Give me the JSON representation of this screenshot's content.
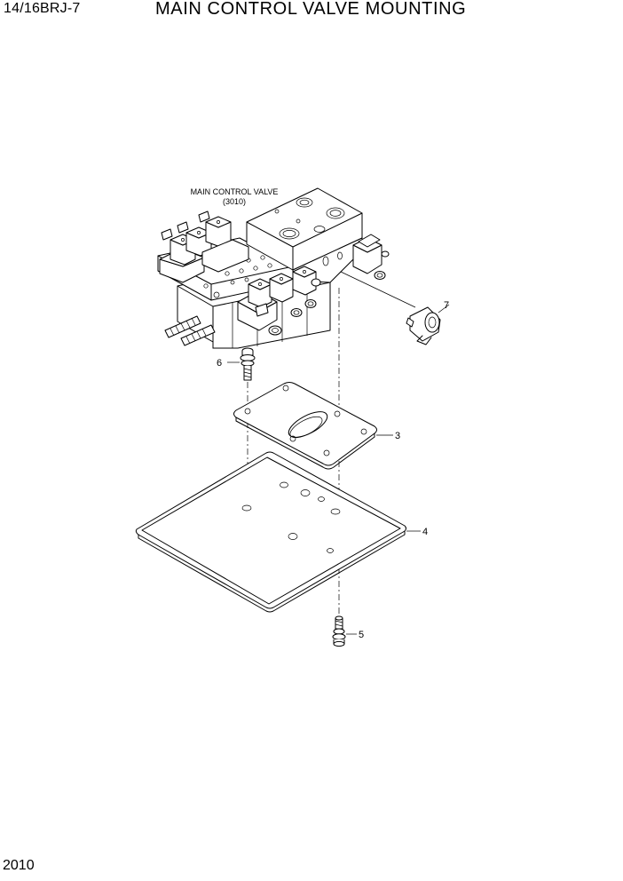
{
  "header": {
    "model": "14/16BRJ-7",
    "title": "MAIN CONTROL VALVE MOUNTING"
  },
  "footer": {
    "page_number": "2010"
  },
  "diagram": {
    "assembly_label_line1": "MAIN CONTROL VALVE",
    "assembly_label_line2": "(3010)",
    "callouts": [
      "3",
      "4",
      "5",
      "6",
      "7"
    ]
  }
}
